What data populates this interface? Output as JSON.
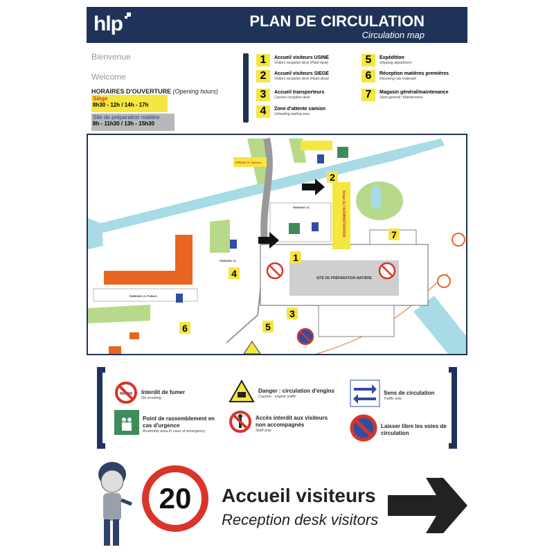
{
  "header": {
    "logo": "hlp",
    "title": "PLAN DE CIRCULATION",
    "subtitle": "Circulation map"
  },
  "info": {
    "welcome_fr": "Bienvenue",
    "welcome_en": "Welcome",
    "hours_title": "HORAIRES D'OUVERTURE",
    "hours_title_en": "(Opening hours)",
    "siege_label": "Siège",
    "siege_hours": "8h30 - 12h / 14h - 17h",
    "site_label": "Site de préparation matière",
    "site_hours": "8h - 11h30 / 13h - 15h30"
  },
  "locations": [
    {
      "num": "1",
      "fr": "Accueil visiteurs USINE",
      "en": "Visitors reception desk (Plant desk)"
    },
    {
      "num": "2",
      "fr": "Accueil visiteurs SIEGE",
      "en": "Visitors reception desk (Head desk)"
    },
    {
      "num": "3",
      "fr": "Accueil transporteurs",
      "en": "Carriers reception desk"
    },
    {
      "num": "4",
      "fr": "Zone d'attente camion",
      "en": "Unloading waiting area"
    },
    {
      "num": "5",
      "fr": "Expédition",
      "en": "Shipping department"
    },
    {
      "num": "6",
      "fr": "Réception matières premières",
      "en": "Receiving raw materials"
    },
    {
      "num": "7",
      "fr": "Magasin général/maintenance",
      "en": "Store general / Maintenance"
    }
  ],
  "map": {
    "building_label": "SITE DE PRÉPARATION MATIÈRE",
    "admin_label": "Siège de l'ADMINISTRATION",
    "parking_label": "PARKING VL",
    "parking_public": "PARKING VL PUBLIC",
    "parking_visitors": "PARKING VL Visiteurs"
  },
  "signs": [
    {
      "icon": "no-smoking-icon",
      "fr": "Interdit de fumer",
      "en": "No smoking"
    },
    {
      "icon": "danger-vehicles-icon",
      "fr": "Danger : circulation d'engins",
      "en": "Caution : engine traffic"
    },
    {
      "icon": "traffic-direction-icon",
      "fr": "Sens de circulation",
      "en": "Traffic way"
    },
    {
      "icon": "assembly-point-icon",
      "fr": "Point de rassemblement en cas d'urgence",
      "en": "Assembly area in case of emergency"
    },
    {
      "icon": "no-pedestrian-icon",
      "fr": "Accès interdit aux visiteurs non accompagnés",
      "en": "Staff only"
    },
    {
      "icon": "no-parking-icon",
      "fr": "Laisser libre les voies de circulation",
      "en": ""
    }
  ],
  "footer": {
    "speed_limit": "20",
    "fr": "Accueil visiteurs",
    "en": "Reception desk visitors"
  },
  "colors": {
    "navy": "#1f3358",
    "yellow": "#f5e640",
    "red": "#d9342b",
    "orange": "#e8661f",
    "water": "#a9dbe6",
    "green": "#b9d98a"
  }
}
